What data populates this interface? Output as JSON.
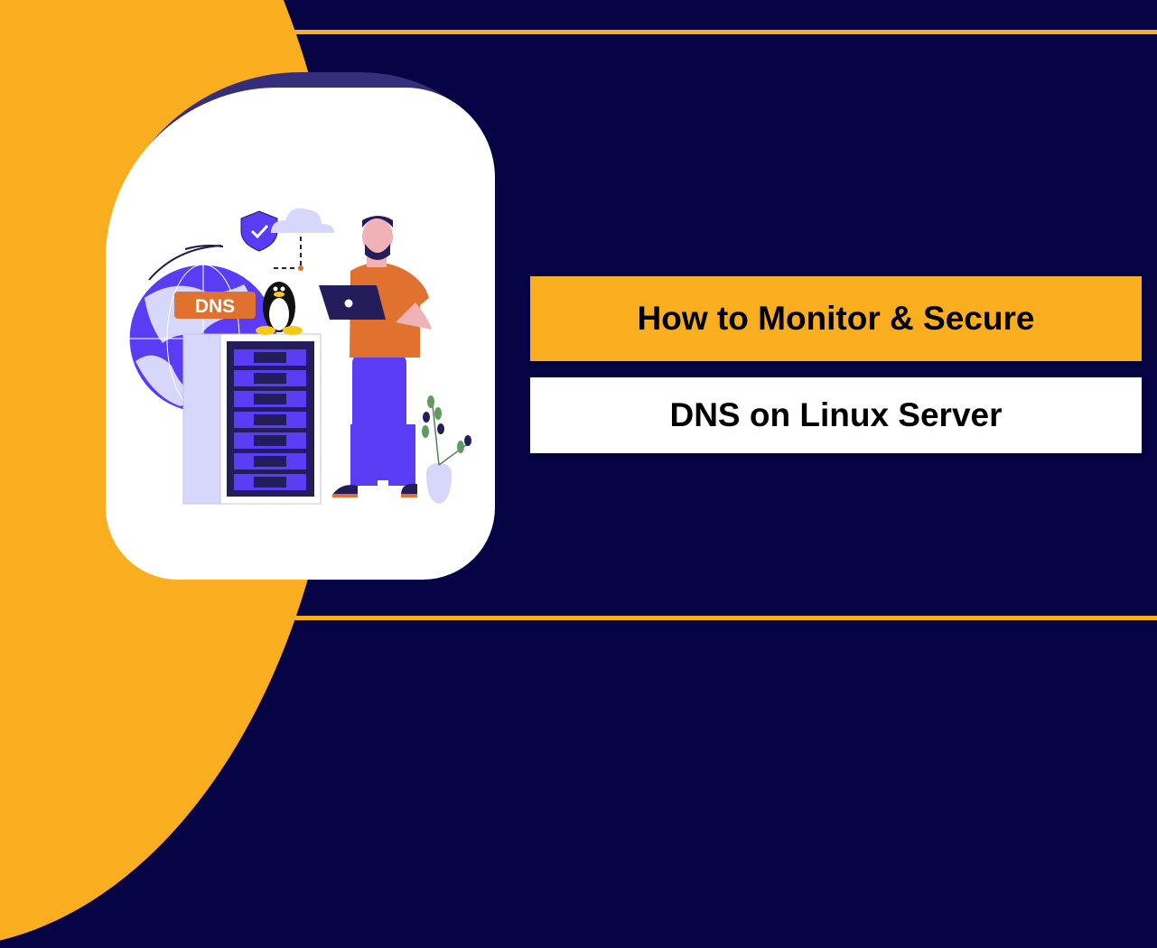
{
  "banner": {
    "title_line_1": "How to Monitor & Secure",
    "title_line_2": "DNS on Linux Server"
  },
  "illustration": {
    "badge_label": "DNS",
    "elements": [
      "globe",
      "linux-penguin",
      "server-rack",
      "security-shield",
      "cloud",
      "man-with-laptop",
      "potted-plant"
    ],
    "server_units": 7
  },
  "colors": {
    "background": "#070445",
    "accent_yellow": "#f9ae1f",
    "card_white": "#ffffff",
    "card_shadow": "#352e7a",
    "illustration_purple": "#5b3cf5",
    "dns_badge": "#e0712f",
    "rack_dark": "#231d5c"
  }
}
